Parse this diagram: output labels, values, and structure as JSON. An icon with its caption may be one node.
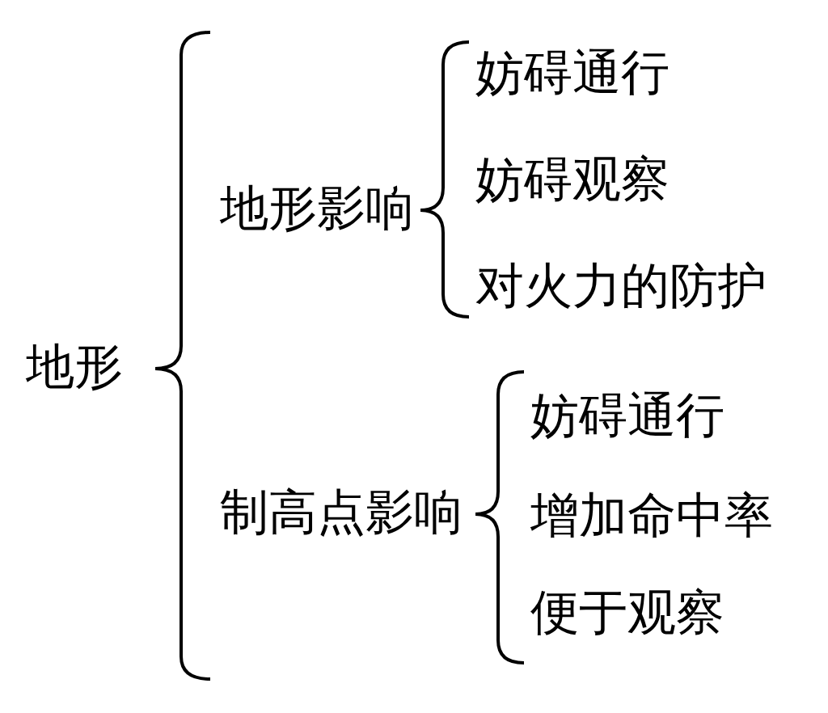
{
  "diagram": {
    "labels": [
      "地形",
      "地形影响",
      "妨碍通行",
      "妨碍观察",
      "对火力的防护",
      "制高点影响",
      "妨碍通行",
      "增加命中率",
      "便于观察"
    ]
  }
}
